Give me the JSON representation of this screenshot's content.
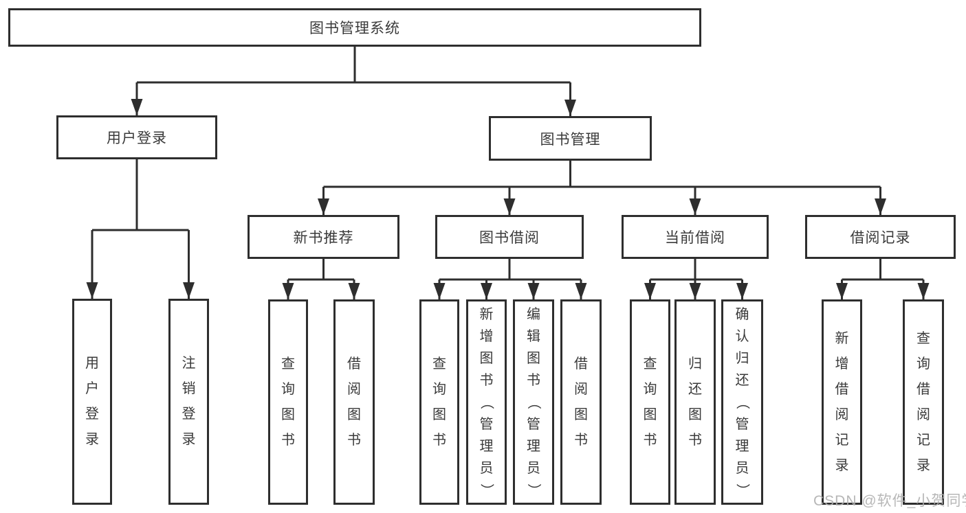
{
  "diagram": {
    "title": "图书管理系统",
    "nodes": {
      "root": "图书管理系统",
      "user_login": "用户登录",
      "book_mgmt": "图书管理",
      "new_book_rec": "新书推荐",
      "book_borrow": "图书借阅",
      "current_borrow": "当前借阅",
      "borrow_records": "借阅记录",
      "ul_user_login": "用户登录",
      "ul_logout": "注销登录",
      "nbr_query": "查询图书",
      "nbr_borrow": "借阅图书",
      "bb_query": "查询图书",
      "bb_add": "新增图书（管理员）",
      "bb_edit": "编辑图书（管理员）",
      "bb_borrow": "借阅图书",
      "cb_query": "查询图书",
      "cb_return": "归还图书",
      "cb_confirm": "确认归还（管理员）",
      "br_add": "新增借阅记录",
      "br_query": "查询借阅记录"
    }
  },
  "watermark": {
    "text": "CSDN @软件_小贺同学"
  },
  "colors": {
    "line": "#2e2e2e",
    "text": "#3a3a3a",
    "box_background": "#ffffff",
    "page_background": "#ffffff",
    "watermark": "#afafaf"
  }
}
